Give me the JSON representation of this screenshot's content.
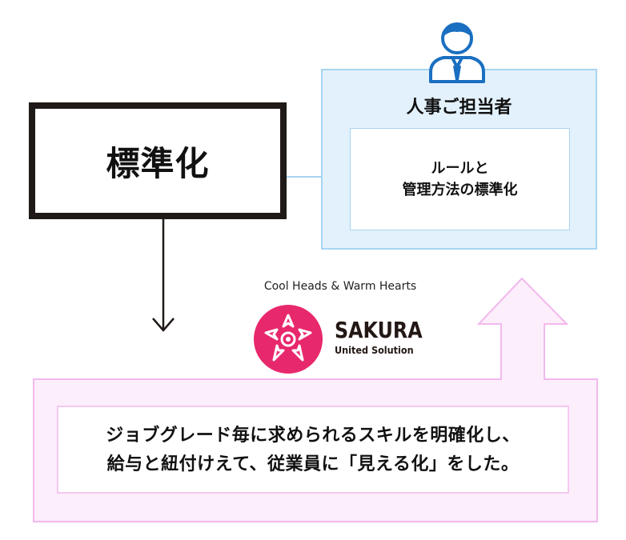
{
  "standardization": {
    "label": "標準化"
  },
  "hr_panel": {
    "title": "人事ご担当者",
    "inner_line1": "ルールと",
    "inner_line2": "管理方法の標準化"
  },
  "branding": {
    "tagline": "Cool Heads & Warm Hearts",
    "name": "SAKURA",
    "subtitle": "United Solution",
    "logo_icon": "sakura-flower-icon",
    "logo_color": "#e8286c"
  },
  "result": {
    "line1": "ジョブグレード毎に求められるスキルを明確化し、",
    "line2": "給与と紐付けえて、従業員に「見える化」をした。"
  },
  "colors": {
    "panel_fill": "#e3f1fc",
    "panel_border": "#a8d4f2",
    "arrow_fill": "#fdeefb",
    "arrow_border": "#f2b8ee",
    "person_blue": "#1a6fc0"
  }
}
